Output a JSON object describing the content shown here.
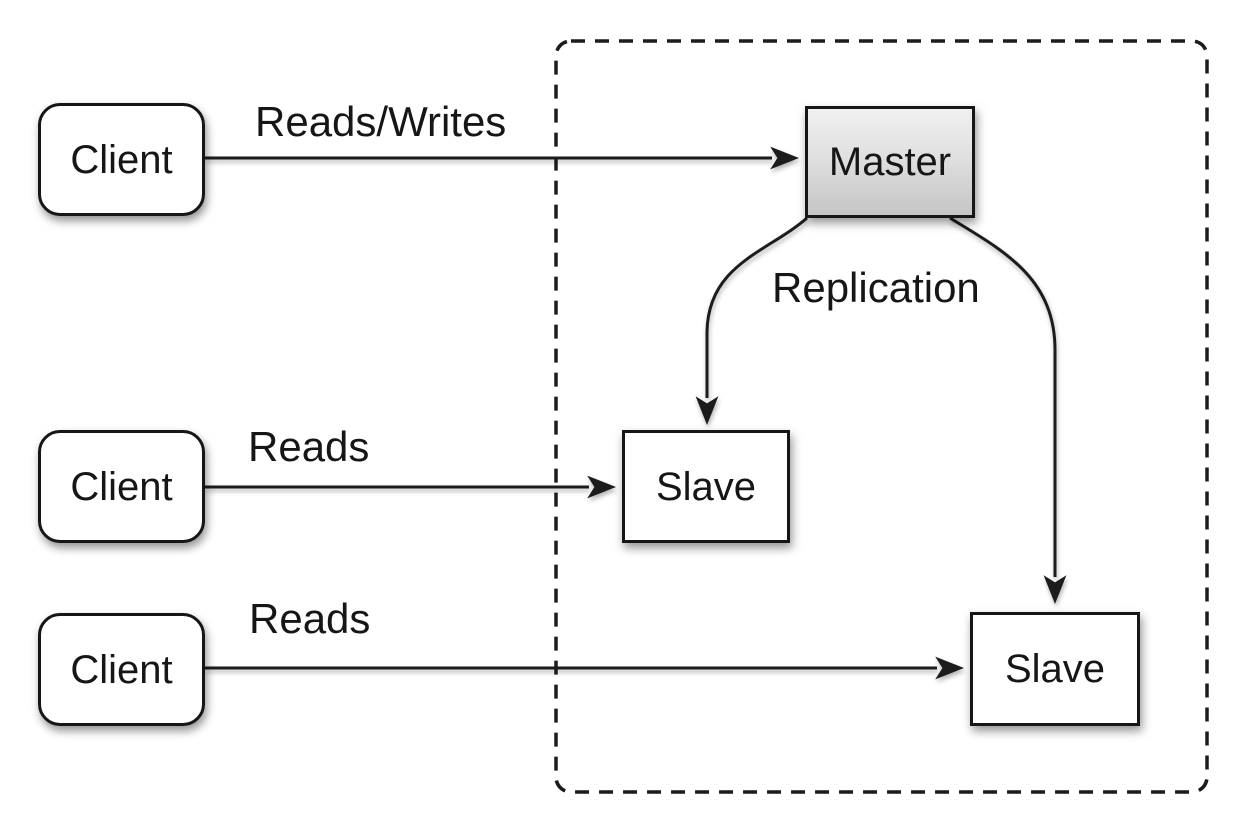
{
  "diagram": {
    "type": "architecture-diagram",
    "topic": "database master-slave replication"
  },
  "nodes": {
    "client_top": "Client",
    "client_middle": "Client",
    "client_bottom": "Client",
    "master": "Master",
    "slave_upper": "Slave",
    "slave_lower": "Slave"
  },
  "edge_labels": {
    "client_top_to_master": "Reads/Writes",
    "client_middle_to_slave_upper": "Reads",
    "client_bottom_to_slave_lower": "Reads",
    "master_to_slaves": "Replication"
  },
  "cluster": {
    "style": "dashed-rounded-rectangle",
    "contains": [
      "Master",
      "Slave",
      "Slave"
    ]
  },
  "colors": {
    "background": "#ffffff",
    "stroke": "#1c1c1c",
    "text": "#161616",
    "node_fill": "#ffffff",
    "master_gradient_top": "#f0f0f0",
    "master_gradient_bottom": "#c5c5c5"
  }
}
